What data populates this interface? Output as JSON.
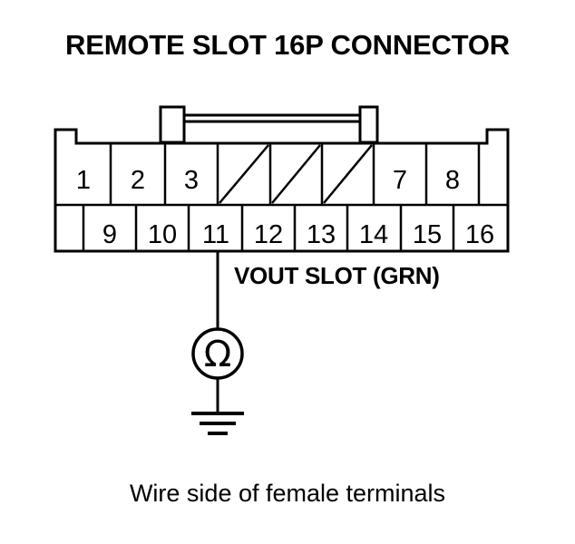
{
  "title": "REMOTE SLOT 16P CONNECTOR",
  "caption": "Wire side of female terminals",
  "slot_label": "VOUT SLOT (GRN)",
  "meter": {
    "symbol": "Ω",
    "type": "ohmmeter",
    "ground": "earth-ground"
  },
  "connector": {
    "pin_count": 16,
    "top_row": [
      {
        "number": "1",
        "blank": false
      },
      {
        "number": "2",
        "blank": false
      },
      {
        "number": "3",
        "blank": false
      },
      {
        "number": "",
        "blank": true
      },
      {
        "number": "",
        "blank": true
      },
      {
        "number": "",
        "blank": true
      },
      {
        "number": "7",
        "blank": false
      },
      {
        "number": "8",
        "blank": false
      }
    ],
    "bottom_row": [
      {
        "number": "9",
        "blank": false
      },
      {
        "number": "10",
        "blank": false
      },
      {
        "number": "11",
        "blank": false
      },
      {
        "number": "12",
        "blank": false
      },
      {
        "number": "13",
        "blank": false
      },
      {
        "number": "14",
        "blank": false
      },
      {
        "number": "15",
        "blank": false
      },
      {
        "number": "16",
        "blank": false
      }
    ],
    "probed_pin": "11"
  },
  "colors": {
    "line": "#000000",
    "background": "#ffffff",
    "text": "#000000"
  }
}
